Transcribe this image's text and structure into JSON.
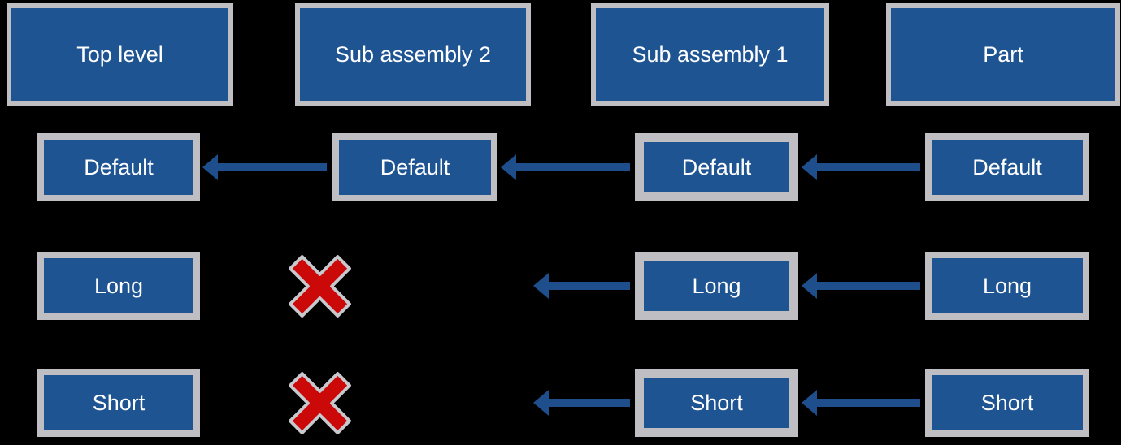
{
  "colors": {
    "background": "#000000",
    "box_fill": "#1F5493",
    "box_border": "#BFBFC3",
    "arrow": "#1F4E8C",
    "x_fill": "#CC0909",
    "x_outline": "#C8C9CE",
    "text": "#FFFFFF"
  },
  "headers": {
    "top_level": "Top level",
    "sub_assembly_2": "Sub assembly 2",
    "sub_assembly_1": "Sub assembly 1",
    "part": "Part"
  },
  "rows": {
    "default": {
      "top_level": "Default",
      "sub_assembly_2": "Default",
      "sub_assembly_1": "Default",
      "part": "Default"
    },
    "long": {
      "top_level": "Long",
      "sub_assembly_1": "Long",
      "part": "Long"
    },
    "short": {
      "top_level": "Short",
      "sub_assembly_1": "Short",
      "part": "Short"
    }
  }
}
